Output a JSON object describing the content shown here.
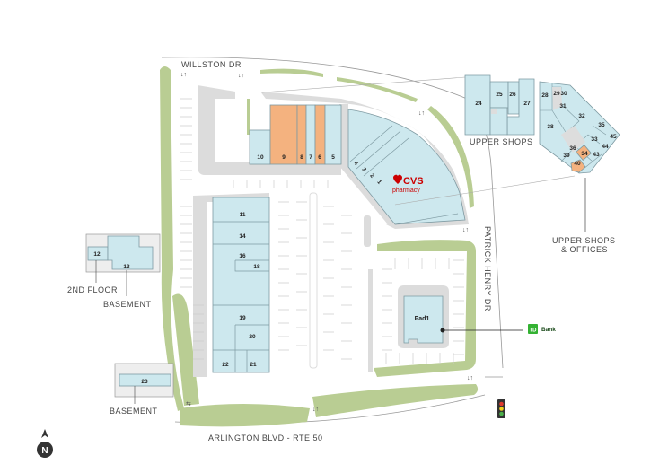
{
  "streets": {
    "north": "WILLSTON DR",
    "east": "PATRICK HENRY DR",
    "south": "ARLINGTON BLVD - RTE 50"
  },
  "labels": {
    "upper_shops": "UPPER SHOPS",
    "upper_shops_offices_1": "UPPER SHOPS",
    "upper_shops_offices_2": "& OFFICES",
    "second_floor": "2ND FLOOR",
    "basement_1": "BASEMENT",
    "basement_2": "BASEMENT",
    "pad": "Pad1",
    "north": "N"
  },
  "tenants": {
    "cvs_brand": "CVS",
    "cvs_sub": "pharmacy",
    "bank_logo": "TD",
    "bank_name": "Bank"
  },
  "colors": {
    "available": "#f4b27f",
    "leased": "#cde8ee",
    "landscape": "#b9cd93",
    "cvs": "#cc0000",
    "td": "#34b233"
  },
  "units": {
    "u1": "1",
    "u2": "2",
    "u3": "3",
    "u4": "4",
    "u5": "5",
    "u6": "6",
    "u7": "7",
    "u8": "8",
    "u9": "9",
    "u10": "10",
    "u11": "11",
    "u12": "12",
    "u13": "13",
    "u14": "14",
    "u16": "16",
    "u18": "18",
    "u19": "19",
    "u20": "20",
    "u21": "21",
    "u22": "22",
    "u23": "23",
    "u24": "24",
    "u25": "25",
    "u26": "26",
    "u27": "27",
    "u28": "28",
    "u29": "29",
    "u30": "30",
    "u31": "31",
    "u32": "32",
    "u33": "33",
    "u34": "34",
    "u35": "35",
    "u36": "36",
    "u38": "38",
    "u39": "39",
    "u40": "40",
    "u43": "43",
    "u44": "44",
    "u45": "45"
  },
  "available_units": [
    "6",
    "8",
    "9",
    "34",
    "40"
  ]
}
